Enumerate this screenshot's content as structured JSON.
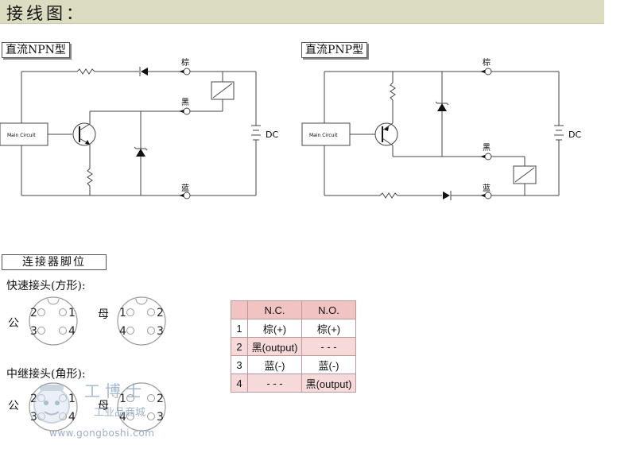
{
  "header": {
    "title": "接线图："
  },
  "npn": {
    "label": "直流NPN型",
    "main_circuit": "Main Circuit",
    "dc": "DC",
    "terminals": {
      "brown": "棕",
      "black": "黑",
      "blue": "蓝"
    }
  },
  "pnp": {
    "label": "直流PNP型",
    "main_circuit": "Main Circuit",
    "dc": "DC",
    "terminals": {
      "brown": "棕",
      "black": "黑",
      "blue": "蓝"
    }
  },
  "connector": {
    "section_label": "连接器脚位",
    "quick_title": "快速接头(方形):",
    "relay_title": "中继接头(角形):",
    "male": "公",
    "female": "母",
    "male_pins": [
      "2",
      "1",
      "3",
      "4"
    ],
    "female_pins": [
      "1",
      "2",
      "4",
      "3"
    ]
  },
  "pin_table": {
    "headers": [
      "N.C.",
      "N.O."
    ],
    "rows": [
      {
        "index": "1",
        "nc": "棕(+)",
        "no": "棕(+)"
      },
      {
        "index": "2",
        "nc": "黑(output)",
        "no": "- - -"
      },
      {
        "index": "3",
        "nc": "蓝(-)",
        "no": "蓝(-)"
      },
      {
        "index": "4",
        "nc": "- - -",
        "no": "黑(output)"
      }
    ]
  },
  "watermark": {
    "brand": "工博士",
    "subtitle": "工业品商城",
    "url": "www.gongboshi.com"
  },
  "colors": {
    "header_bg": "#dcdcc1",
    "table_header": "#f2c3c3",
    "table_shade": "#f6dada",
    "watermark": "#8ea7c4"
  }
}
